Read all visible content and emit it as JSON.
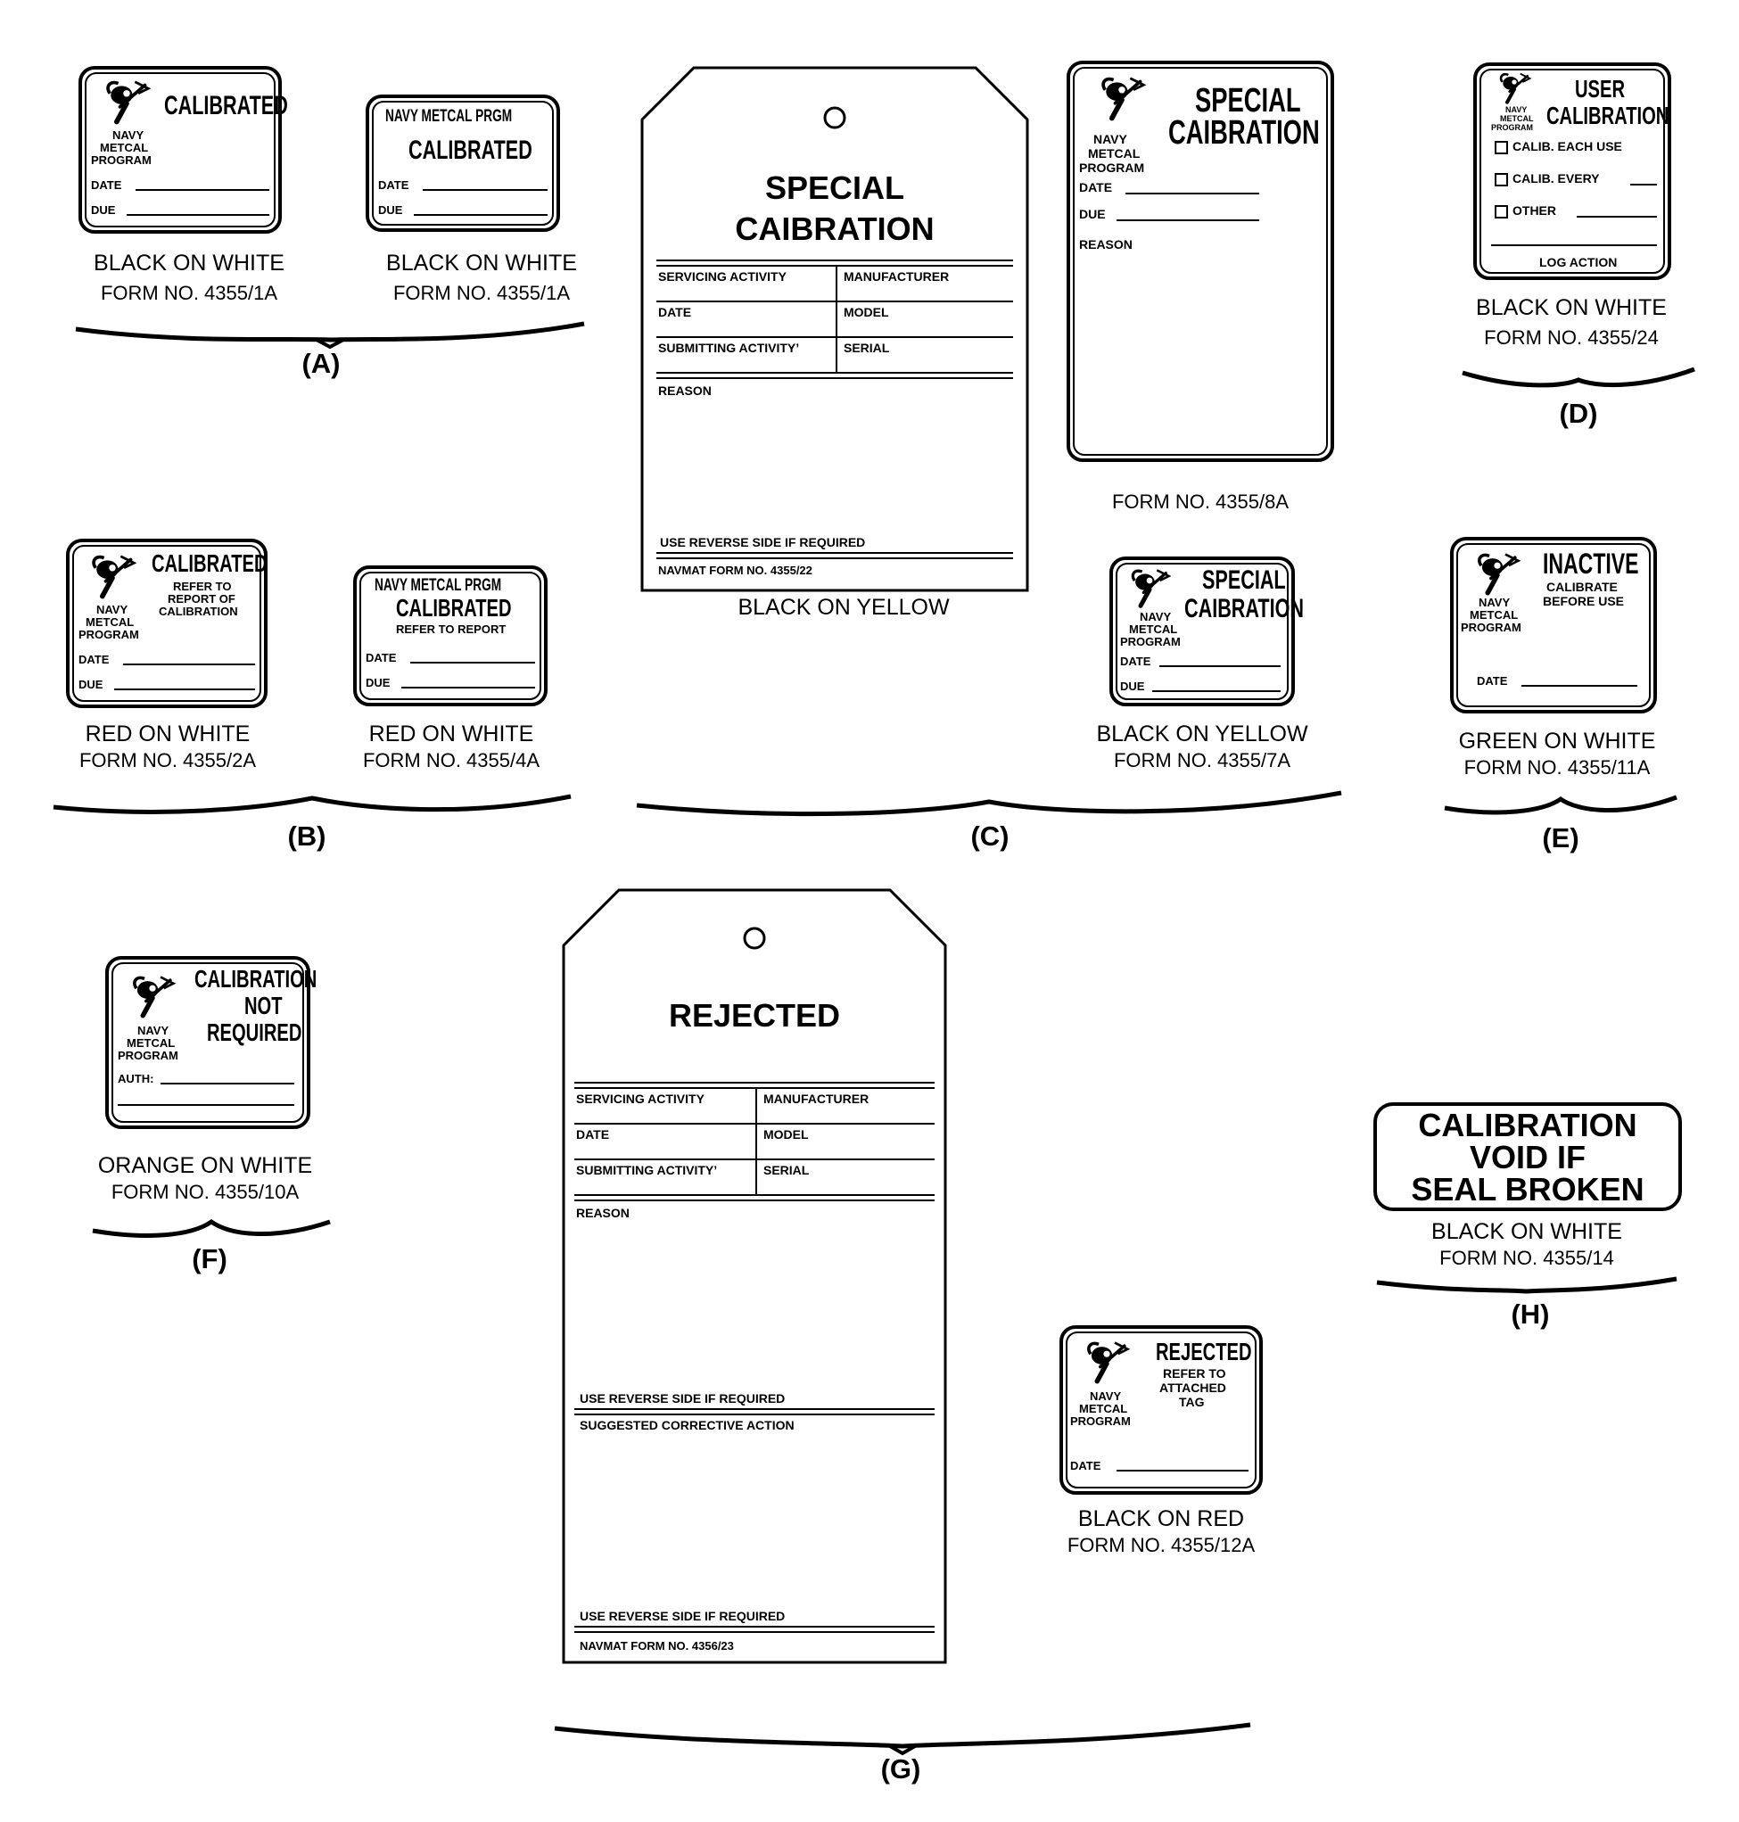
{
  "group_letters": {
    "a": "(A)",
    "b": "(B)",
    "c": "(C)",
    "d": "(D)",
    "e": "(E)",
    "f": "(F)",
    "g": "(G)",
    "h": "(H)"
  },
  "common": {
    "navy": "NAVY",
    "metcal": "METCAL",
    "program": "PROGRAM",
    "date": "DATE",
    "due": "DUE",
    "navy_metcal_prgm": "NAVY METCAL PRGM"
  },
  "labels": {
    "a1": {
      "title": "CALIBRATED",
      "color_line": "BLACK ON WHITE",
      "form": "FORM NO. 4355/1A"
    },
    "a2": {
      "title": "CALIBRATED",
      "color_line": "BLACK ON WHITE",
      "form": "FORM NO. 4355/1A"
    },
    "b1": {
      "title": "CALIBRATED",
      "sub1": "REFER TO",
      "sub2": "REPORT OF",
      "sub3": "CALIBRATION",
      "color_line": "RED ON WHITE",
      "form": "FORM NO. 4355/2A"
    },
    "b2": {
      "title": "CALIBRATED",
      "sub": "REFER TO REPORT",
      "color_line": "RED ON WHITE",
      "form": "FORM NO. 4355/4A"
    },
    "c_tall": {
      "title1": "SPECIAL",
      "title2": "CAIBRATION",
      "reason": "REASON",
      "form": "FORM NO. 4355/8A"
    },
    "c_small": {
      "title1": "SPECIAL",
      "title2": "CAIBRATION",
      "color_line": "BLACK ON YELLOW",
      "form": "FORM NO. 4355/7A"
    },
    "d": {
      "title1": "USER",
      "title2": "CALIBRATION",
      "opt1": "CALIB. EACH USE",
      "opt2": "CALIB. EVERY",
      "opt3": "OTHER",
      "log": "LOG ACTION",
      "color_line": "BLACK ON WHITE",
      "form": "FORM NO. 4355/24"
    },
    "e": {
      "title": "INACTIVE",
      "sub1": "CALIBRATE",
      "sub2": "BEFORE USE",
      "color_line": "GREEN ON WHITE",
      "form": "FORM NO. 4355/11A"
    },
    "f": {
      "title1": "CALIBRATION",
      "title2": "NOT",
      "title3": "REQUIRED",
      "auth": "AUTH:",
      "color_line": "ORANGE ON WHITE",
      "form": "FORM NO. 4355/10A"
    },
    "g_small": {
      "title": "REJECTED",
      "sub1": "REFER TO",
      "sub2": "ATTACHED",
      "sub3": "TAG",
      "color_line": "BLACK ON RED",
      "form": "FORM NO. 4355/12A"
    },
    "h": {
      "line1": "CALIBRATION",
      "line2": "VOID IF",
      "line3": "SEAL BROKEN",
      "color_line": "BLACK ON WHITE",
      "form": "FORM NO. 4355/14"
    }
  },
  "tags": {
    "c": {
      "title1": "SPECIAL",
      "title2": "CAIBRATION",
      "servicing": "SERVICING ACTIVITY",
      "manufacturer": "MANUFACTURER",
      "date": "DATE",
      "model": "MODEL",
      "submitting": "SUBMITTING ACTIVITY’",
      "serial": "SERIAL",
      "reason": "REASON",
      "reverse": "USE REVERSE SIDE IF REQUIRED",
      "navmat": "NAVMAT FORM NO. 4355/22",
      "color_line": "BLACK ON YELLOW"
    },
    "g": {
      "title": "REJECTED",
      "servicing": "SERVICING ACTIVITY",
      "manufacturer": "MANUFACTURER",
      "date": "DATE",
      "model": "MODEL",
      "submitting": "SUBMITTING ACTIVITY’",
      "serial": "SERIAL",
      "reason": "REASON",
      "reverse1": "USE REVERSE SIDE IF REQUIRED",
      "corrective": "SUGGESTED CORRECTIVE ACTION",
      "reverse2": "USE REVERSE SIDE IF REQUIRED",
      "navmat": "NAVMAT FORM NO. 4356/23"
    }
  }
}
